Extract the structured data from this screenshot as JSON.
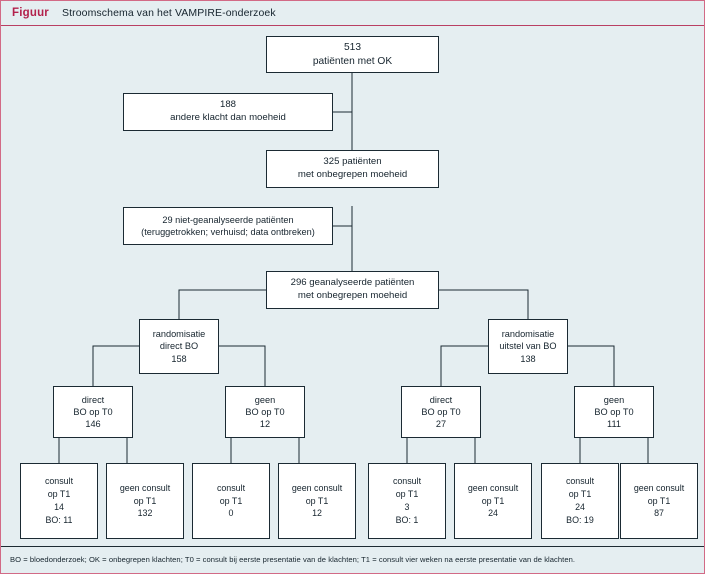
{
  "header": {
    "kicker": "Figuur",
    "caption": "Stroomschema van het VAMPIRE-onderzoek"
  },
  "footer": {
    "legend": "BO = bloedonderzoek; OK = onbegrepen klachten; T0 = consult bij eerste presentatie van de klachten; T1 = consult vier weken na eerste presentatie van de klachten."
  },
  "colors": {
    "panel_border": "#d26a86",
    "panel_background": "#e5eef1",
    "rule": "#b93f63",
    "kicker": "#b3214c",
    "box_border": "#1b2a33",
    "box_fill": "#ffffff",
    "text": "#16242e"
  },
  "chart_data": {
    "type": "diagram",
    "title": "Stroomschema van het VAMPIRE-onderzoek",
    "diagram_kind": "flowchart",
    "nodes": [
      {
        "id": "n_513",
        "lines": [
          "513",
          "patiënten met OK"
        ],
        "value": 513
      },
      {
        "id": "n_188",
        "lines": [
          "188",
          "andere klacht dan moeheid"
        ],
        "value": 188
      },
      {
        "id": "n_325",
        "lines": [
          "325 patiënten",
          "met onbegrepen moeheid"
        ],
        "value": 325
      },
      {
        "id": "n_29",
        "lines": [
          "29 niet-geanalyseerde patiënten",
          "(teruggetrokken; verhuisd; data ontbreken)"
        ],
        "value": 29
      },
      {
        "id": "n_296",
        "lines": [
          "296 geanalyseerde patiënten",
          "met onbegrepen moeheid"
        ],
        "value": 296
      },
      {
        "id": "n_rnd_l",
        "lines": [
          "randomisatie",
          "direct BO",
          "158"
        ],
        "value": 158
      },
      {
        "id": "n_rnd_r",
        "lines": [
          "randomisatie",
          "uitstel van BO",
          "138"
        ],
        "value": 138
      },
      {
        "id": "n_t0_1",
        "lines": [
          "direct",
          "BO op T0",
          "146"
        ],
        "value": 146
      },
      {
        "id": "n_t0_2",
        "lines": [
          "geen",
          "BO op T0",
          "12"
        ],
        "value": 12
      },
      {
        "id": "n_t0_3",
        "lines": [
          "direct",
          "BO op T0",
          "27"
        ],
        "value": 27
      },
      {
        "id": "n_t0_4",
        "lines": [
          "geen",
          "BO op T0",
          "111"
        ],
        "value": 111
      },
      {
        "id": "n_lf_1",
        "lines": [
          "consult",
          "op T1",
          "14",
          "BO: 11"
        ],
        "value": 14
      },
      {
        "id": "n_lf_2",
        "lines": [
          "geen consult",
          "op T1",
          "132"
        ],
        "value": 132
      },
      {
        "id": "n_lf_3",
        "lines": [
          "consult",
          "op T1",
          "0"
        ],
        "value": 0
      },
      {
        "id": "n_lf_4",
        "lines": [
          "geen consult",
          "op T1",
          "12"
        ],
        "value": 12
      },
      {
        "id": "n_lf_5",
        "lines": [
          "consult",
          "op T1",
          "3",
          "BO: 1"
        ],
        "value": 3
      },
      {
        "id": "n_lf_6",
        "lines": [
          "geen consult",
          "op T1",
          "24"
        ],
        "value": 24
      },
      {
        "id": "n_lf_7",
        "lines": [
          "consult",
          "op T1",
          "24",
          "BO: 19"
        ],
        "value": 24
      },
      {
        "id": "n_lf_8",
        "lines": [
          "geen consult",
          "op T1",
          "87"
        ],
        "value": 87
      }
    ],
    "edges": [
      {
        "from": "n_513",
        "to": "n_188"
      },
      {
        "from": "n_513",
        "to": "n_325"
      },
      {
        "from": "n_325",
        "to": "n_29"
      },
      {
        "from": "n_325",
        "to": "n_296"
      },
      {
        "from": "n_296",
        "to": "n_rnd_l"
      },
      {
        "from": "n_296",
        "to": "n_rnd_r"
      },
      {
        "from": "n_rnd_l",
        "to": "n_t0_1"
      },
      {
        "from": "n_rnd_l",
        "to": "n_t0_2"
      },
      {
        "from": "n_rnd_r",
        "to": "n_t0_3"
      },
      {
        "from": "n_rnd_r",
        "to": "n_t0_4"
      },
      {
        "from": "n_t0_1",
        "to": "n_lf_1"
      },
      {
        "from": "n_t0_1",
        "to": "n_lf_2"
      },
      {
        "from": "n_t0_2",
        "to": "n_lf_3"
      },
      {
        "from": "n_t0_2",
        "to": "n_lf_4"
      },
      {
        "from": "n_t0_3",
        "to": "n_lf_5"
      },
      {
        "from": "n_t0_3",
        "to": "n_lf_6"
      },
      {
        "from": "n_t0_4",
        "to": "n_lf_7"
      },
      {
        "from": "n_t0_4",
        "to": "n_lf_8"
      }
    ],
    "abbreviations": {
      "BO": "bloedonderzoek",
      "OK": "onbegrepen klachten",
      "T0": "consult bij eerste presentatie van de klachten",
      "T1": "consult vier weken na eerste presentatie van de klachten"
    }
  }
}
